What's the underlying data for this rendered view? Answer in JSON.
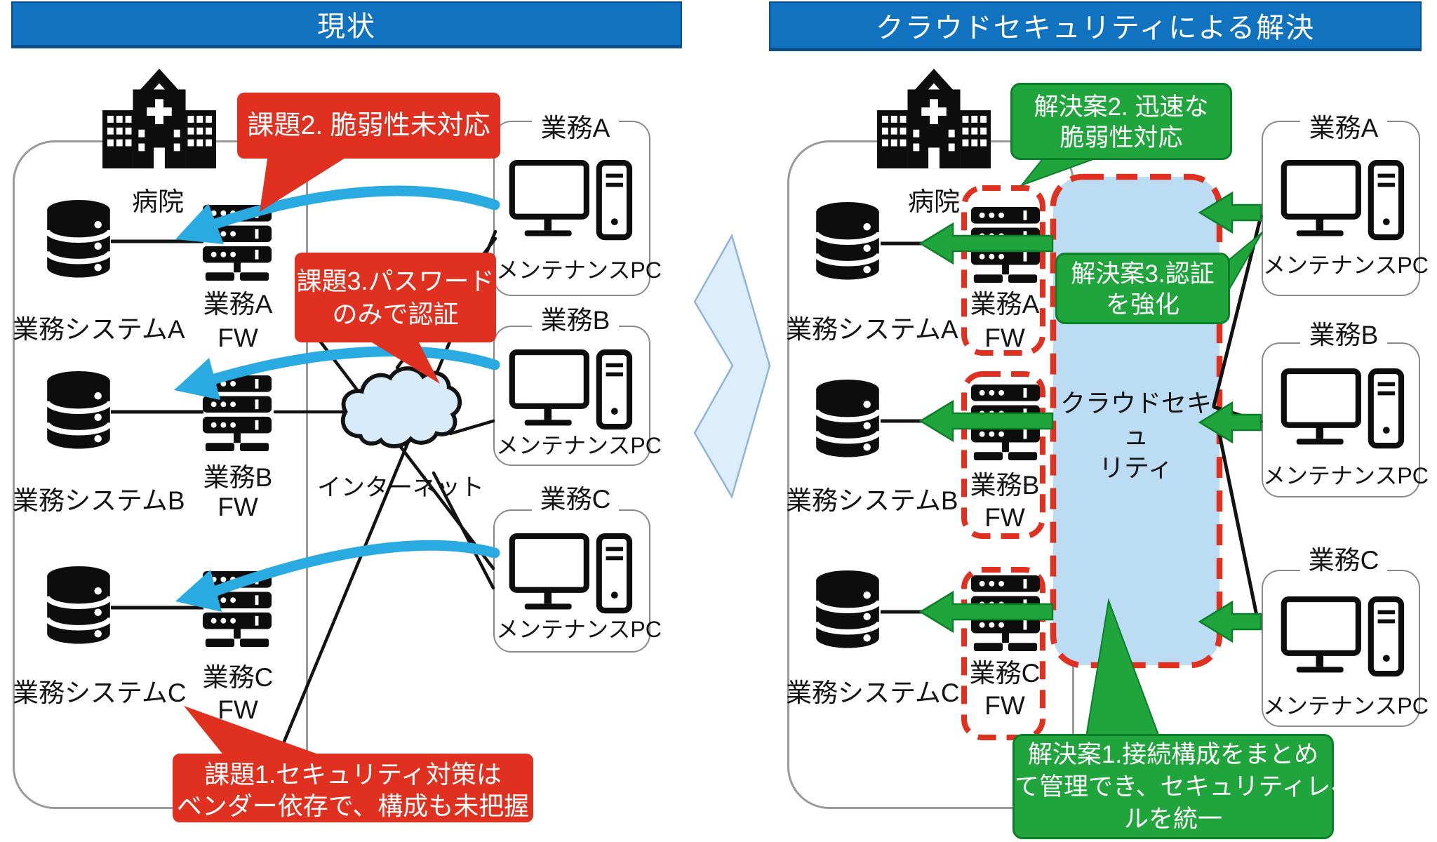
{
  "colors": {
    "header_blue": "#1173BF",
    "header_border": "#0A4E8E",
    "callout_red": "#E0301F",
    "callout_green": "#1FA53C",
    "callout_green_border": "#0B7F2A",
    "arrow_blue": "#29ABE2",
    "dashed_red": "#E0301F",
    "cloud_fill": "#D8EBFA",
    "security_box_fill": "#BCDCF4",
    "mid_arrow_fill": "#DCEDFB"
  },
  "panels": {
    "left": {
      "header": "現状",
      "hospital": "病院",
      "internet": "インターネット",
      "systems": [
        {
          "system": "業務システムA",
          "fw1": "業務A",
          "fw2": "FW"
        },
        {
          "system": "業務システムB",
          "fw1": "業務B",
          "fw2": "FW"
        },
        {
          "system": "業務システムC",
          "fw1": "業務C",
          "fw2": "FW"
        }
      ],
      "pcs": [
        {
          "title": "業務A",
          "label": "メンテナンスPC"
        },
        {
          "title": "業務B",
          "label": "メンテナンスPC"
        },
        {
          "title": "業務C",
          "label": "メンテナンスPC"
        }
      ],
      "callouts": {
        "issue2": "課題2. 脆弱性未対応",
        "issue3_l1": "課題3.パスワード",
        "issue3_l2": "のみで認証",
        "issue1_l1": "課題1.セキュリティ対策は",
        "issue1_l2": "ベンダー依存で、構成も未把握"
      }
    },
    "right": {
      "header": "クラウドセキュリティによる解決",
      "hospital": "病院",
      "cloud_security_l1": "クラウドセキュ",
      "cloud_security_l2": "リティ",
      "systems": [
        {
          "system": "業務システムA",
          "fw1": "業務A",
          "fw2": "FW"
        },
        {
          "system": "業務システムB",
          "fw1": "業務B",
          "fw2": "FW"
        },
        {
          "system": "業務システムC",
          "fw1": "業務C",
          "fw2": "FW"
        }
      ],
      "pcs": [
        {
          "title": "業務A",
          "label": "メンテナンスPC"
        },
        {
          "title": "業務B",
          "label": "メンテナンスPC"
        },
        {
          "title": "業務C",
          "label": "メンテナンスPC"
        }
      ],
      "callouts": {
        "sol2_l1": "解決案2. 迅速な",
        "sol2_l2": "脆弱性対応",
        "sol3_l1": "解決案3.認証",
        "sol3_l2": "を強化",
        "sol1_l1": "解決案1.接続構成をまとめ",
        "sol1_l2": "て管理でき、セキュリティレベ",
        "sol1_l3": "ルを統一"
      }
    }
  }
}
